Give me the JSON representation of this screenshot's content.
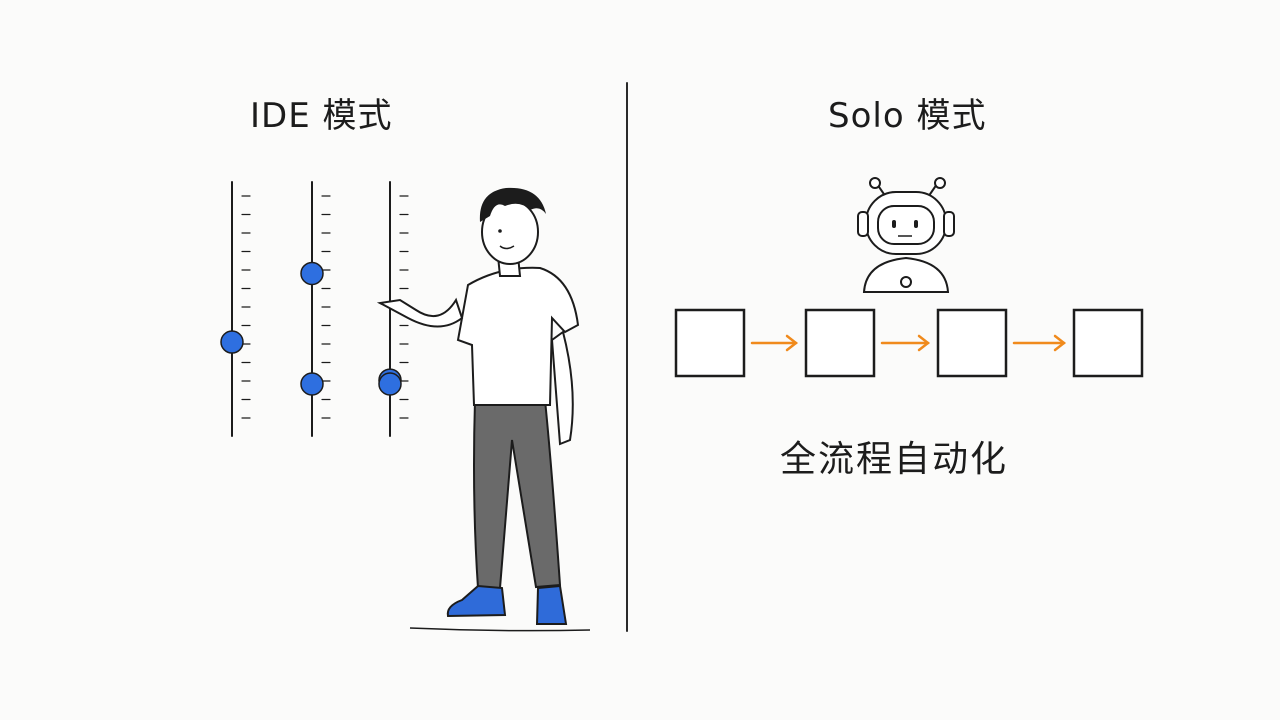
{
  "left_panel": {
    "title": "IDE 模式",
    "sliders": [
      {
        "knob_level": 0.37
      },
      {
        "knob_level": 0.64
      },
      {
        "knob_level": 0.22
      },
      {
        "knob_level": 0.22
      }
    ]
  },
  "right_panel": {
    "title": "Solo 模式",
    "steps": [
      {
        "box": 1
      },
      {
        "box": 2
      },
      {
        "box": 3
      },
      {
        "box": 4
      }
    ],
    "caption": "全流程自动化"
  },
  "colors": {
    "knob": "#2e6fe0",
    "arrow": "#f08a1c",
    "ink": "#1c1c1c",
    "pants": "#6a6a6a",
    "shoe": "#2f6bd9"
  }
}
